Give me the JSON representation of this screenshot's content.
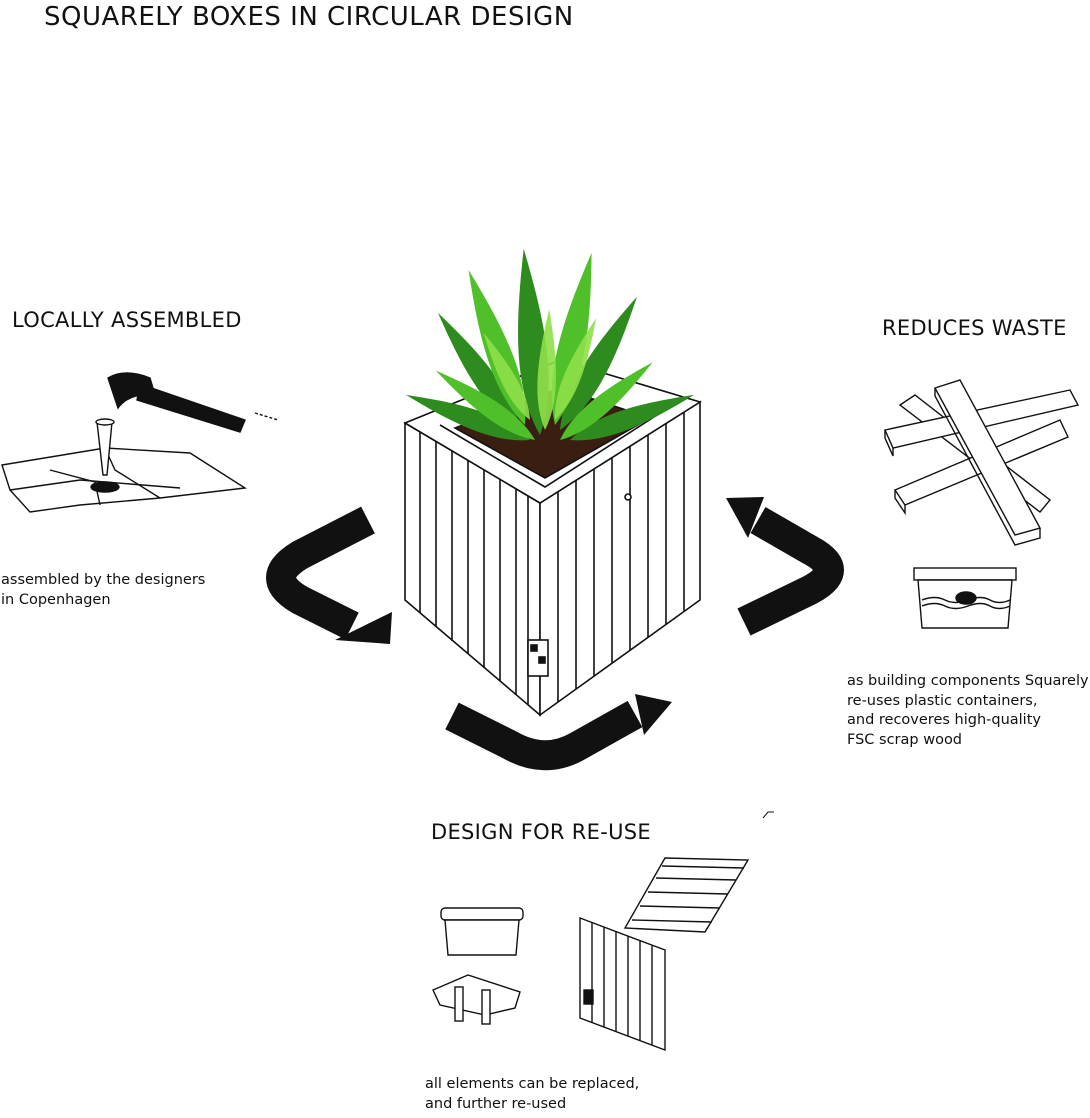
{
  "title": "SQUARELY BOXES IN CIRCULAR DESIGN",
  "sections": {
    "local": {
      "heading": "LOCALLY ASSEMBLED",
      "caption": [
        "assembled by the designers",
        "in Copenhagen"
      ]
    },
    "waste": {
      "heading": "REDUCES WASTE",
      "caption": [
        "as building components Squarely",
        "re-uses plastic containers,",
        "and recoveres high-quality",
        "FSC scrap wood"
      ]
    },
    "reuse": {
      "heading": "DESIGN FOR RE-USE",
      "caption": [
        "all elements can be replaced,",
        "and further re-used"
      ]
    }
  },
  "icons": {
    "center": "planter-box-with-plant-icon",
    "local": "hammer-and-nail-icon",
    "waste": [
      "scrap-wood-icon",
      "plastic-container-icon"
    ],
    "reuse": [
      "container-icon",
      "legs-plate-icon",
      "slat-panel-icon",
      "side-panel-icon"
    ]
  },
  "colors": {
    "ink": "#111111",
    "leaf_dark": "#2e8b1e",
    "leaf_mid": "#4fbf2a",
    "leaf_light": "#8fe04a",
    "soil": "#3b1e12"
  }
}
